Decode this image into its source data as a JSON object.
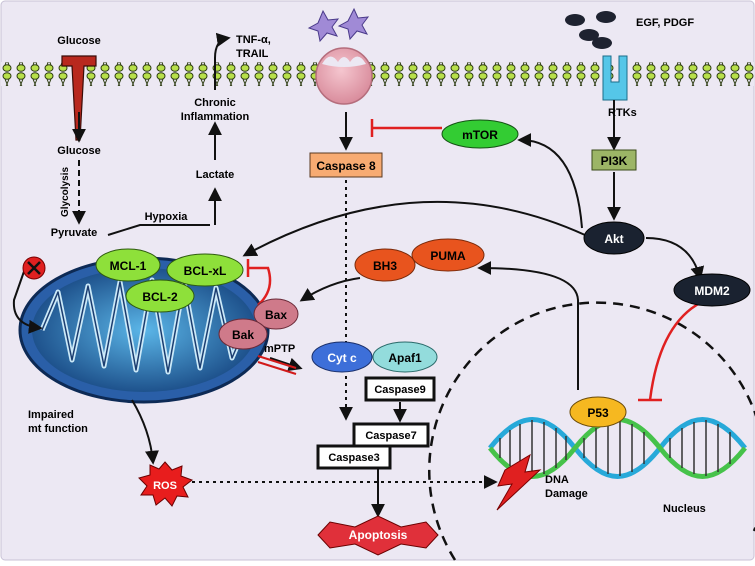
{
  "labels": {
    "glucose_top": "Glucose",
    "glucose_mid": "Glucose",
    "glycolysis": "Glycolysis",
    "pyruvate": "Pyruvate",
    "hypoxia": "Hypoxia",
    "lactate": "Lactate",
    "chronic_inflammation_1": "Chronic",
    "chronic_inflammation_2": "Inflammation",
    "tnf_1": "TNF-α,",
    "tnf_2": "TRAIL",
    "egf": "EGF, PDGF",
    "rtks": "RTKs",
    "impaired_1": "Impaired",
    "impaired_2": "mt function",
    "mptp": "mPTP",
    "dna_1": "DNA",
    "dna_2": "Damage",
    "nucleus": "Nucleus"
  },
  "nodes": {
    "caspase8": "Caspase 8",
    "mtor": "mTOR",
    "pi3k": "PI3K",
    "akt": "Akt",
    "mdm2": "MDM2",
    "mcl1": "MCL-1",
    "bclxl": "BCL-xL",
    "bcl2": "BCL-2",
    "bax": "Bax",
    "bak": "Bak",
    "bh3": "BH3",
    "puma": "PUMA",
    "cytc": "Cyt c",
    "apaf1": "Apaf1",
    "caspase9": "Caspase9",
    "caspase7": "Caspase7",
    "caspase3": "Caspase3",
    "p53": "P53",
    "ros": "ROS",
    "apoptosis": "Apoptosis"
  },
  "colors": {
    "background": "#ece8f3",
    "membrane": "#9acd32",
    "caspase8": "#f7ab72",
    "mtor": "#33cc33",
    "pi3k": "#9cb566",
    "akt": "#1a2230",
    "mdm2": "#1a2230",
    "bcl": "#8ee03a",
    "bax": "#cf7a8a",
    "bh3": "#e8541e",
    "cytc": "#3d6fd9",
    "apaf1": "#93dcdc",
    "p53": "#f6b820",
    "ros": "#e81d1d",
    "apoptosis": "#e0303a",
    "inhibit": "#e02020"
  }
}
